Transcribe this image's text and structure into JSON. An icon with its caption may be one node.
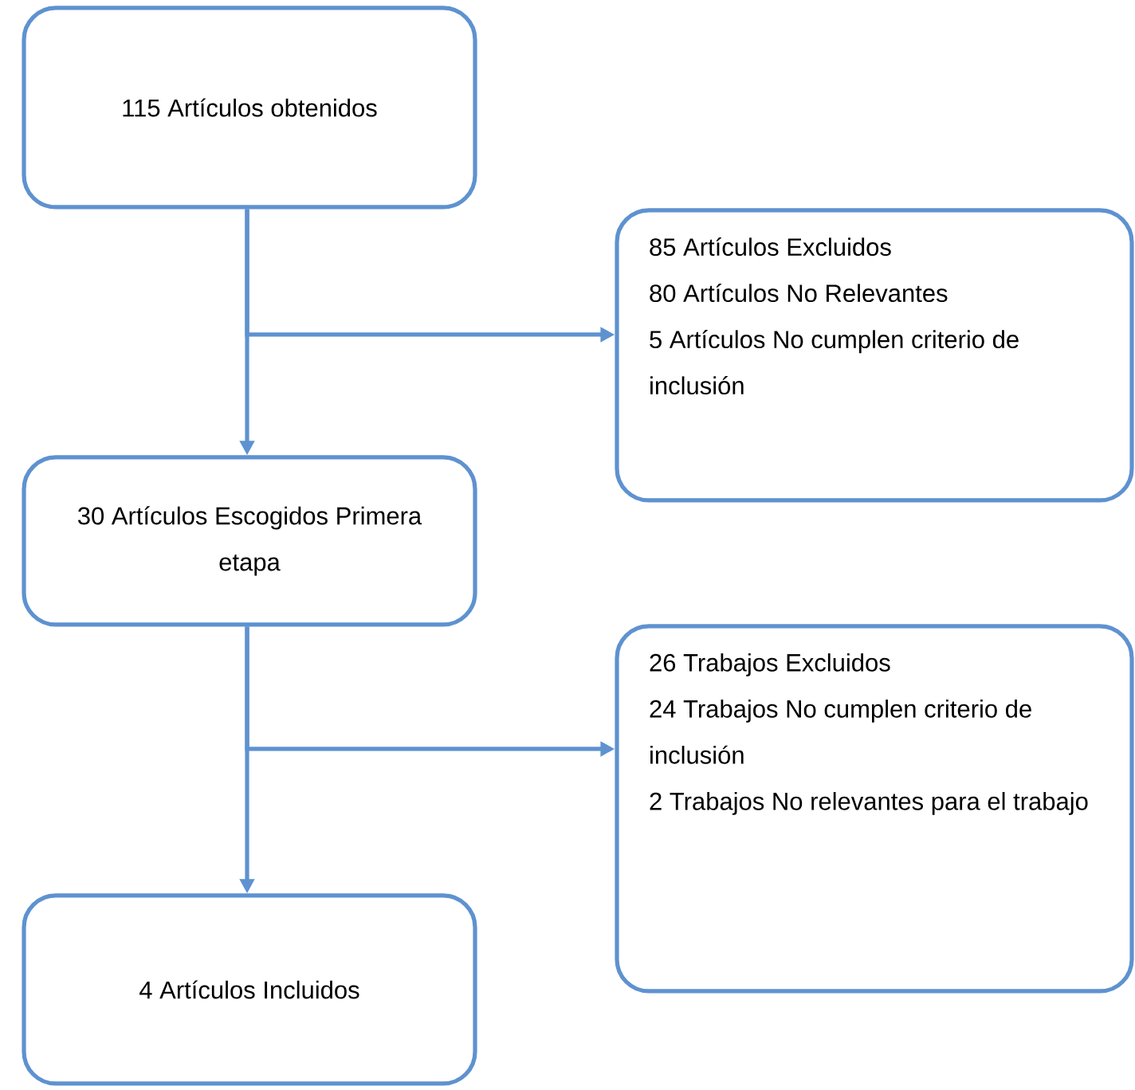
{
  "diagram": {
    "nodes": [
      {
        "text": [
          "115 Artículos obtenidos"
        ]
      },
      {
        "text": [
          "85 Artículos Excluidos",
          "80 Artículos No Relevantes",
          "5 Artículos No cumplen criterio de inclusión"
        ]
      },
      {
        "text": [
          "30 Artículos Escogidos Primera etapa"
        ]
      },
      {
        "text": [
          "26 Trabajos Excluidos",
          "24 Trabajos No cumplen criterio de inclusión",
          "2 Trabajos No relevantes para el trabajo"
        ]
      },
      {
        "text": [
          "4 Artículos Incluidos"
        ]
      }
    ],
    "edges": [
      {
        "from": 0,
        "to": 2,
        "arrow": "to"
      },
      {
        "from": 0,
        "to": 1,
        "arrow": "to"
      },
      {
        "from": 2,
        "to": 4,
        "arrow": "to"
      },
      {
        "from": 2,
        "to": 3,
        "arrow": "to"
      }
    ]
  }
}
